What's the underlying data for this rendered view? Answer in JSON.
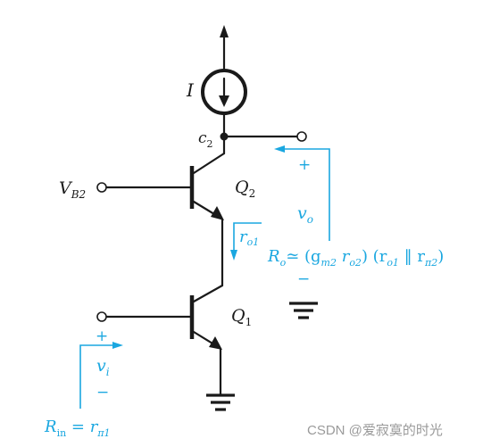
{
  "labels": {
    "current_source": "I",
    "collector_node": "c",
    "collector_node_sub": "2",
    "bias_voltage": "V",
    "bias_voltage_sub": "B2",
    "transistor_top": "Q",
    "transistor_top_sub": "2",
    "transistor_bottom": "Q",
    "transistor_bottom_sub": "1",
    "ro1": "r",
    "ro1_sub": "o1",
    "vo": "v",
    "vo_sub": "o",
    "vi": "v",
    "vi_sub": "i",
    "plus": "+",
    "minus": "−",
    "ro_formula_lhs": "R",
    "ro_formula_lhs_sub": "o",
    "ro_formula_rest": "≃ (g",
    "ro_formula_gm_sub": "m2",
    "ro_formula_r": " r",
    "ro_formula_ro2_sub": "o2",
    "ro_formula_close": ") (r",
    "ro_formula_ro1_sub": "o1",
    "ro_formula_par": " ‖ r",
    "ro_formula_rpi_sub": "π2",
    "ro_formula_end": ")",
    "rin_lhs": "R",
    "rin_lhs_sub": "in",
    "rin_eq": " = r",
    "rin_sub": "π1"
  },
  "watermark": "CSDN @爱寂寞的时光",
  "colors": {
    "wire": "#1a1a1a",
    "annotation": "#1aa7e0"
  }
}
